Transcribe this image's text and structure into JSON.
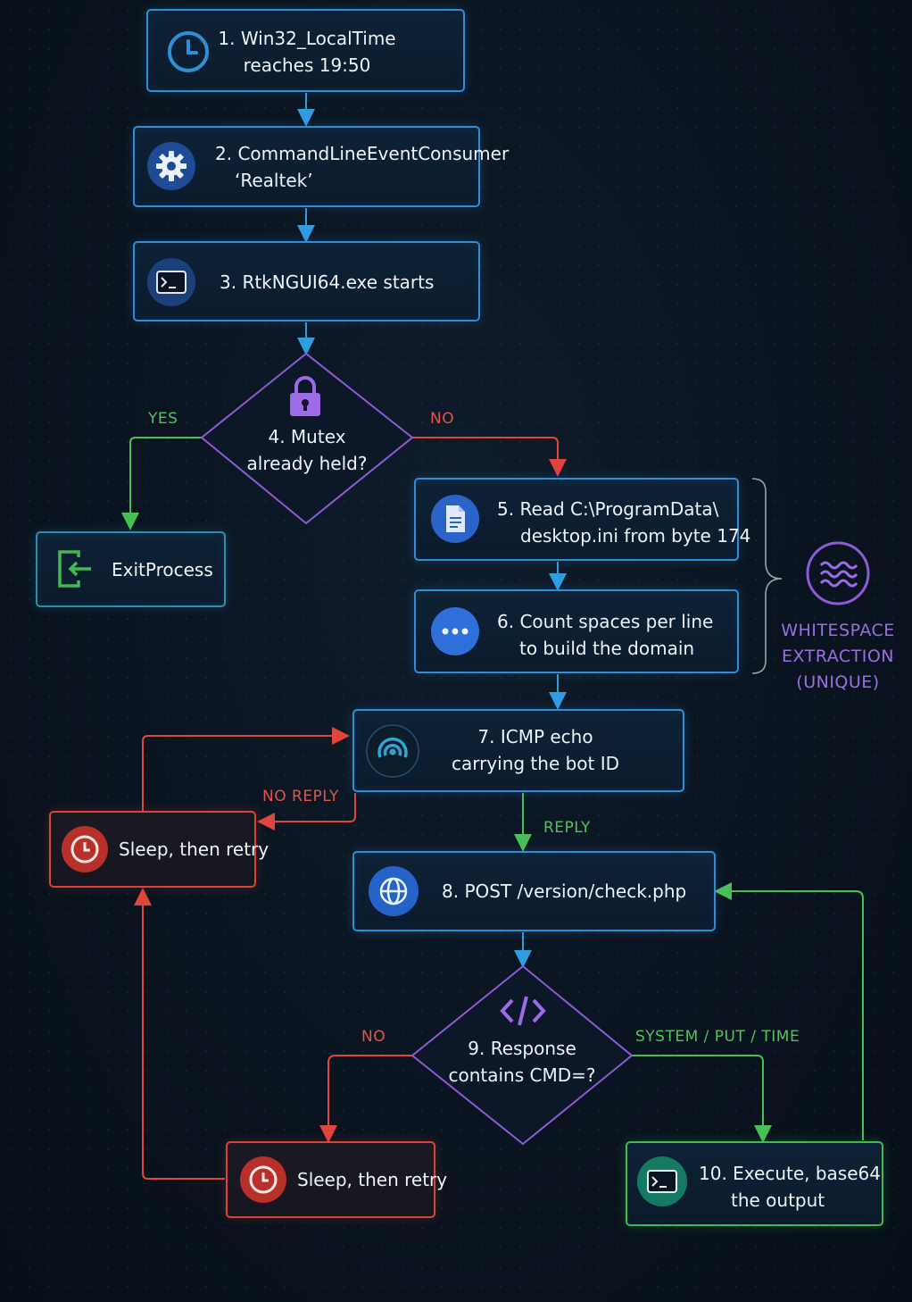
{
  "nodes": {
    "n1": {
      "line1": "1. Win32_LocalTime",
      "line2": "reaches 19:50",
      "icon": "clock-icon"
    },
    "n2": {
      "line1": "2. CommandLineEventConsumer",
      "line2": "‘Realtek’",
      "icon": "gear-icon"
    },
    "n3": {
      "line1": "3. RtkNGUI64.exe starts",
      "icon": "terminal-icon"
    },
    "n4": {
      "line1": "4. Mutex",
      "line2": "already held?",
      "icon": "lock-icon"
    },
    "exit": {
      "line1": "ExitProcess",
      "icon": "exit-door-icon"
    },
    "n5": {
      "line1": "5. Read C:\\ProgramData\\",
      "line2": "desktop.ini from byte 174",
      "icon": "document-icon"
    },
    "n6": {
      "line1": "6. Count spaces per line",
      "line2": "to build the domain",
      "icon": "dots-icon"
    },
    "n7": {
      "line1": "7. ICMP echo",
      "line2": "carrying the bot ID",
      "icon": "signal-icon"
    },
    "sleep1": {
      "line1": "Sleep, then retry",
      "icon": "clock-icon"
    },
    "n8": {
      "line1": "8. POST /version/check.php",
      "icon": "globe-icon"
    },
    "n9": {
      "line1": "9. Response",
      "line2": "contains CMD=?",
      "icon": "code-icon"
    },
    "sleep2": {
      "line1": "Sleep, then retry",
      "icon": "clock-icon"
    },
    "n10": {
      "line1": "10. Execute, base64",
      "line2": "the output",
      "icon": "terminal-icon"
    }
  },
  "edge_labels": {
    "yes": "YES",
    "no_mutex": "NO",
    "no_reply": "NO REPLY",
    "reply": "REPLY",
    "no_cmd": "NO",
    "system_put_time": "SYSTEM / PUT / TIME"
  },
  "annotation": {
    "line1": "WHITESPACE",
    "line2": "EXTRACTION",
    "line3": "(UNIQUE)",
    "icon": "waves-icon"
  },
  "colors": {
    "blue": "#2f8fd6",
    "red": "#d9443a",
    "green": "#3fb950",
    "purple": "#8e5bd6"
  }
}
